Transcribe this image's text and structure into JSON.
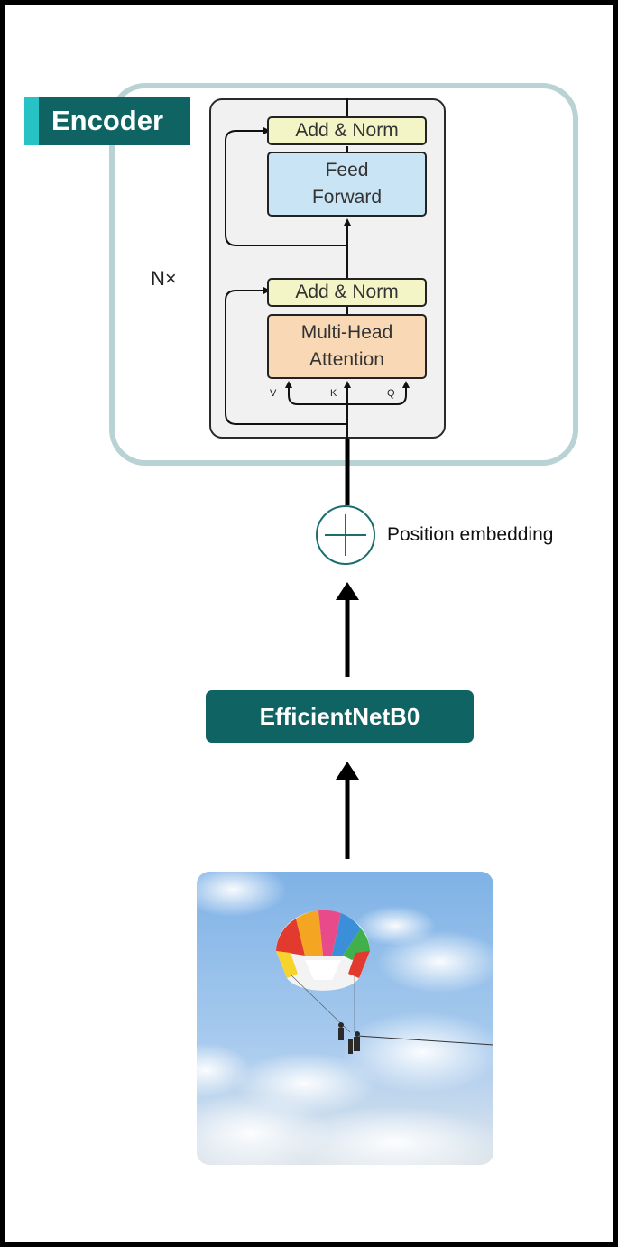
{
  "encoder": {
    "tag": "Encoder",
    "repeat": "N×",
    "add_norm_top": "Add & Norm",
    "feed_forward_line1": "Feed",
    "feed_forward_line2": "Forward",
    "add_norm_bottom": "Add & Norm",
    "mha_line1": "Multi-Head",
    "mha_line2": "Attention",
    "inputs": {
      "v": "V",
      "k": "K",
      "q": "Q"
    }
  },
  "position_embedding": {
    "label": "Position embedding"
  },
  "backbone": {
    "label": "EfficientNetB0"
  },
  "input_image": {
    "description_icon": "parasailing-photo"
  },
  "colors": {
    "teal_dark": "#0f6463",
    "teal_accent": "#27c2c4",
    "encoder_border": "#b9d3d4",
    "add_norm": "#f4f5c7",
    "feed_forward": "#c9e4f5",
    "attention": "#f9d9b5"
  }
}
